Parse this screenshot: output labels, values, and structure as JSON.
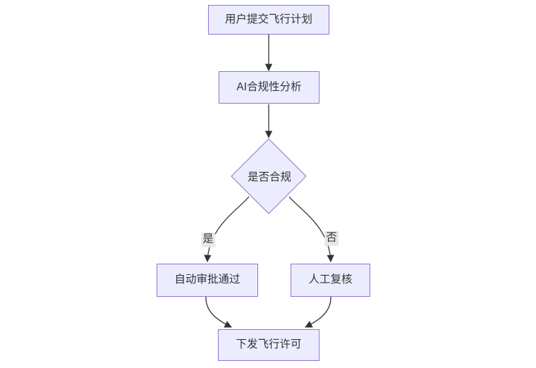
{
  "diagram": {
    "type": "flowchart",
    "direction": "top-down",
    "nodes": [
      {
        "id": "submit",
        "shape": "rect",
        "label": "用户提交飞行计划"
      },
      {
        "id": "analyze",
        "shape": "rect",
        "label": "AI合规性分析"
      },
      {
        "id": "decision",
        "shape": "diamond",
        "label": "是否合规"
      },
      {
        "id": "auto",
        "shape": "rect",
        "label": "自动审批通过"
      },
      {
        "id": "manual",
        "shape": "rect",
        "label": "人工复核"
      },
      {
        "id": "permit",
        "shape": "rect",
        "label": "下发飞行许可"
      }
    ],
    "edges": [
      {
        "from": "submit",
        "to": "analyze",
        "label": ""
      },
      {
        "from": "analyze",
        "to": "decision",
        "label": ""
      },
      {
        "from": "decision",
        "to": "auto",
        "label": "是"
      },
      {
        "from": "decision",
        "to": "manual",
        "label": "否"
      },
      {
        "from": "auto",
        "to": "permit",
        "label": ""
      },
      {
        "from": "manual",
        "to": "permit",
        "label": ""
      }
    ],
    "colors": {
      "node_fill": "#ECECFF",
      "node_border": "#9370DB",
      "edge_line": "#333333",
      "text": "#333333",
      "edge_label_bg": "#e8e8e8",
      "background": "#ffffff"
    }
  }
}
